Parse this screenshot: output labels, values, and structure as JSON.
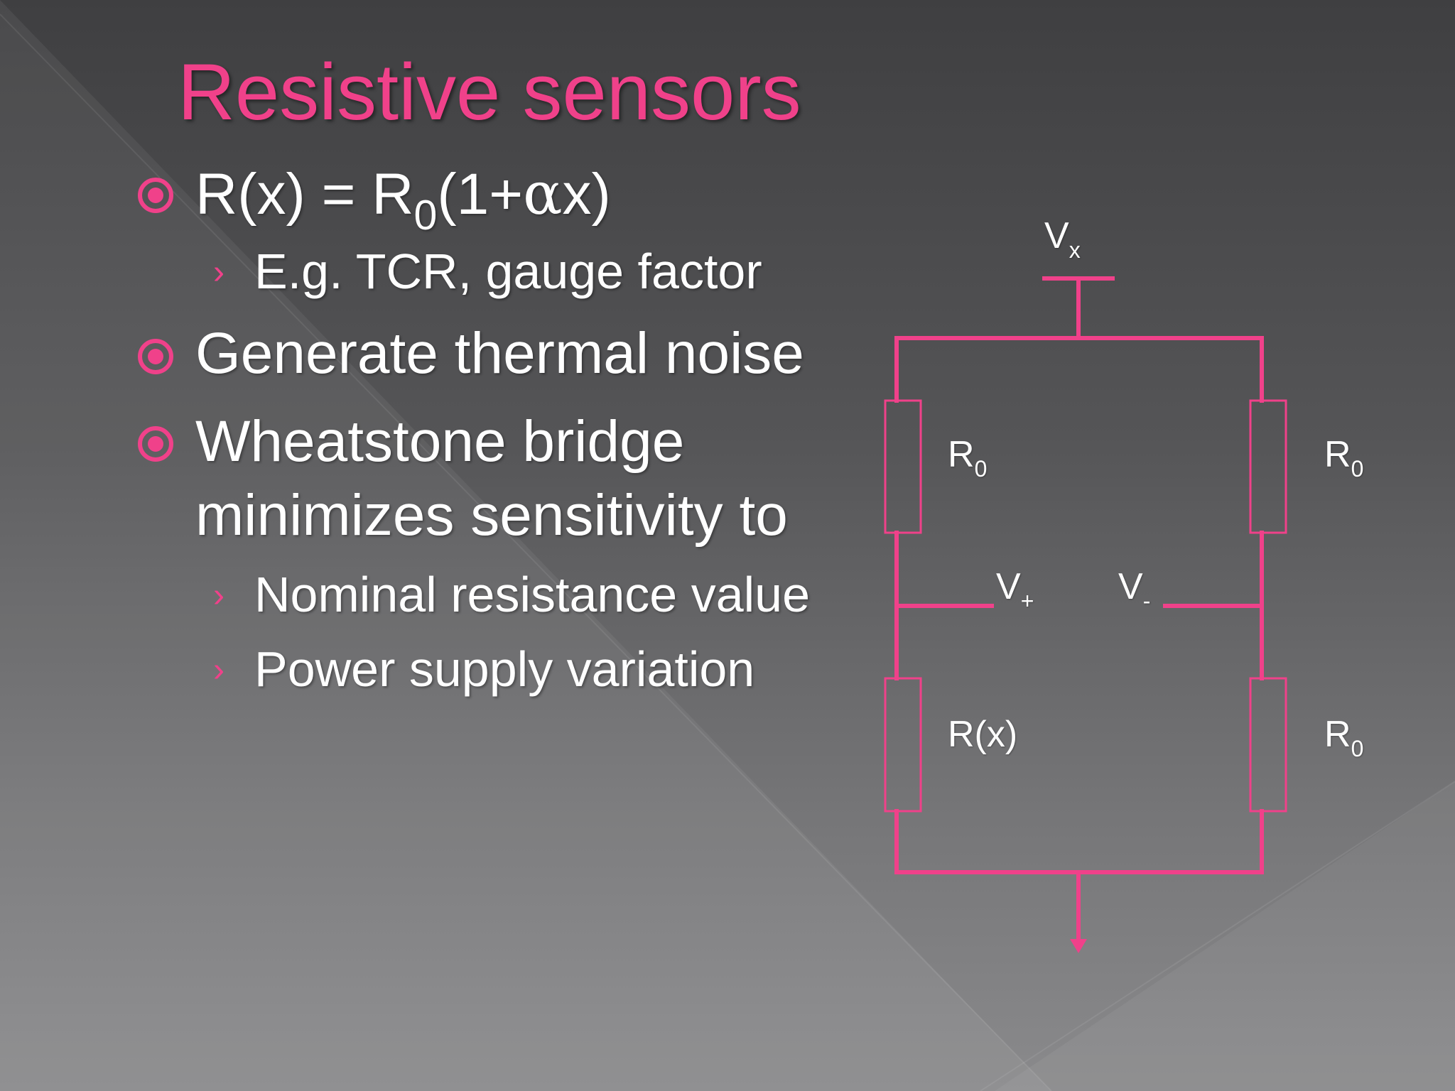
{
  "slide": {
    "title": "Resistive sensors",
    "colors": {
      "accent": "#f0418a",
      "text": "#ffffff",
      "background": "#4a4a4c"
    },
    "bullets": [
      {
        "level": 1,
        "icon": "circle-bullet-icon",
        "parts": [
          "R(x) = R",
          "0",
          "(1+",
          "α",
          "x)"
        ]
      },
      {
        "level": 2,
        "icon": "chevron-right-icon",
        "text": "E.g. TCR, gauge factor"
      },
      {
        "level": 1,
        "icon": "circle-bullet-icon",
        "text": "Generate thermal noise"
      },
      {
        "level": 1,
        "icon": "circle-bullet-icon",
        "lines": [
          "Wheatstone bridge",
          "minimizes sensitivity to"
        ]
      },
      {
        "level": 2,
        "icon": "chevron-right-icon",
        "text": "Nominal resistance value"
      },
      {
        "level": 2,
        "icon": "chevron-right-icon",
        "text": "Power supply variation"
      }
    ]
  },
  "circuit": {
    "supply": {
      "main": "V",
      "sub": "x"
    },
    "resistors": {
      "top_left": {
        "main": "R",
        "sub": "0"
      },
      "top_right": {
        "main": "R",
        "sub": "0"
      },
      "bottom_left": {
        "main": "R(x)"
      },
      "bottom_right": {
        "main": "R",
        "sub": "0"
      }
    },
    "v_plus": {
      "main": "V",
      "sub": "+"
    },
    "v_minus": {
      "main": "V",
      "sub": "-"
    }
  }
}
